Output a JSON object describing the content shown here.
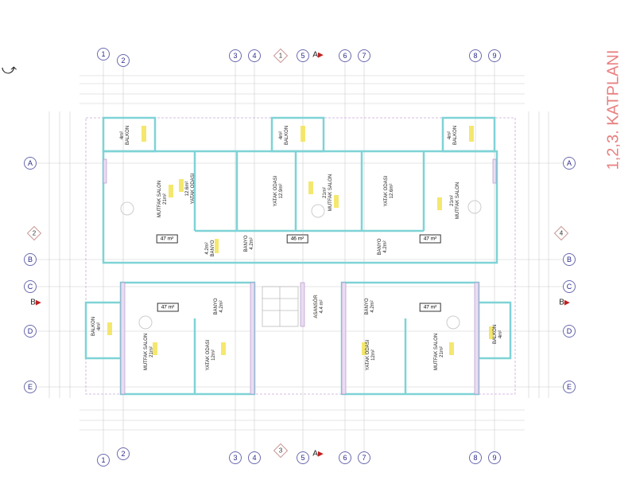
{
  "title": "1,2,3. KATPLANI",
  "grid_top": [
    "1",
    "2",
    "3",
    "4",
    "5",
    "6",
    "7",
    "8",
    "9"
  ],
  "grid_rows": [
    "A",
    "B",
    "C",
    "D",
    "E"
  ],
  "row_markers": {
    "left": "2",
    "right": "4"
  },
  "section_markers": {
    "top_num": "1",
    "bottom_num": "3",
    "col_section": "A",
    "row_section": "B"
  },
  "areas": {
    "a1": "47 m²",
    "a2": "46 m²",
    "a3": "47 m²",
    "a4": "47 m²",
    "a5": "47 m²"
  },
  "rooms": {
    "balkon": "BALKON",
    "balkon_area": "4m²",
    "mutfak": "MUTFAK SALON",
    "mutfak_area": "21m²",
    "yatak": "YATAK ODASI",
    "y126": "12.6m²",
    "y129": "12.9m²",
    "y12": "12m²",
    "banyo": "BANYO",
    "banyo_area": "4.2m²",
    "asansor": "ASANSÖR",
    "asansor_area": "4.4 m²"
  },
  "colors": {
    "title": "#e88080",
    "walls": "#7fd3d6",
    "partitions": "#b99ad0",
    "fixtures": "#f2e24a"
  }
}
